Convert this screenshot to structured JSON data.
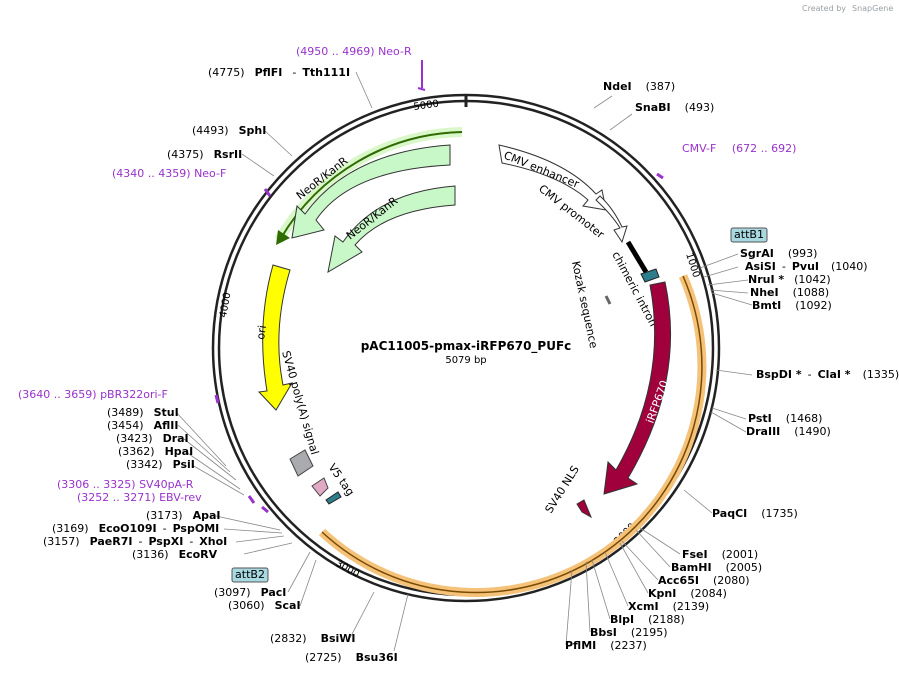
{
  "title": "pAC11005-pmax-iRFP670_PUFc",
  "length_label": "5079 bp",
  "credit": {
    "prefix": "Created by",
    "brand": "SnapGene"
  },
  "ticks": [
    "1000",
    "2000",
    "3000",
    "4000",
    "5000"
  ],
  "sites": [
    {
      "pos": "(387)",
      "name": "NdeI"
    },
    {
      "pos": "(493)",
      "name": "SnaBI"
    },
    {
      "pos": "(993)",
      "name": "SgrAI"
    },
    {
      "pos": "(1040)",
      "name": "AsiSI",
      "name2": "PvuI"
    },
    {
      "pos": "(1042)",
      "name": "NruI *"
    },
    {
      "pos": "(1088)",
      "name": "NheI"
    },
    {
      "pos": "(1092)",
      "name": "BmtI"
    },
    {
      "pos": "(1335)",
      "name": "BspDI *",
      "name2": "ClaI *"
    },
    {
      "pos": "(1468)",
      "name": "PstI"
    },
    {
      "pos": "(1490)",
      "name": "DraIII"
    },
    {
      "pos": "(1735)",
      "name": "PaqCI"
    },
    {
      "pos": "(2001)",
      "name": "FseI"
    },
    {
      "pos": "(2005)",
      "name": "BamHI"
    },
    {
      "pos": "(2080)",
      "name": "Acc65I"
    },
    {
      "pos": "(2084)",
      "name": "KpnI"
    },
    {
      "pos": "(2139)",
      "name": "XcmI"
    },
    {
      "pos": "(2188)",
      "name": "BlpI"
    },
    {
      "pos": "(2195)",
      "name": "BbsI"
    },
    {
      "pos": "(2237)",
      "name": "PflMI"
    },
    {
      "pos": "(2725)",
      "name": "Bsu36I"
    },
    {
      "pos": "(2832)",
      "name": "BsiWI"
    },
    {
      "pos": "(3060)",
      "name": "ScaI"
    },
    {
      "pos": "(3097)",
      "name": "PacI"
    },
    {
      "pos": "(3136)",
      "name": "EcoRV"
    },
    {
      "pos": "(3157)",
      "name": "PaeR7I",
      "name2": "PspXI",
      "name3": "XhoI"
    },
    {
      "pos": "(3169)",
      "name": "EcoO109I",
      "name2": "PspOMI"
    },
    {
      "pos": "(3173)",
      "name": "ApaI"
    },
    {
      "pos": "(3342)",
      "name": "PsiI"
    },
    {
      "pos": "(3362)",
      "name": "HpaI"
    },
    {
      "pos": "(3423)",
      "name": "DraI"
    },
    {
      "pos": "(3454)",
      "name": "AflII"
    },
    {
      "pos": "(3489)",
      "name": "StuI"
    },
    {
      "pos": "(4375)",
      "name": "RsrII"
    },
    {
      "pos": "(4493)",
      "name": "SphI"
    },
    {
      "pos": "(4775)",
      "name": "PflFI",
      "name2": "Tth111I"
    }
  ],
  "primers": [
    {
      "range": "(4950 .. 4969)",
      "name": "Neo-R"
    },
    {
      "range": "(672 .. 692)",
      "name": "CMV-F"
    },
    {
      "range": "(4340 .. 4359)",
      "name": "Neo-F"
    },
    {
      "range": "(3640 .. 3659)",
      "name": "pBR322ori-F"
    },
    {
      "range": "(3306 .. 3325)",
      "name": "SV40pA-R"
    },
    {
      "range": "(3252 .. 3271)",
      "name": "EBV-rev"
    }
  ],
  "boxes": [
    "attB1",
    "attB2"
  ],
  "features": [
    "CMV enhancer",
    "CMV promoter",
    "chimeric intron",
    "Kozak sequence",
    "iRFP670",
    "SV40 NLS",
    "V5 tag",
    "SV40 poly(A) signal",
    "ori",
    "NeoR/KanR",
    "NeoR/KanR"
  ],
  "colors": {
    "irfp": "#a0003c",
    "ori": "#ffff00",
    "neo": "#c8f7c8",
    "primer": "#9932cc",
    "att": "#a8d8e0",
    "highlight": "#f5c27a"
  }
}
